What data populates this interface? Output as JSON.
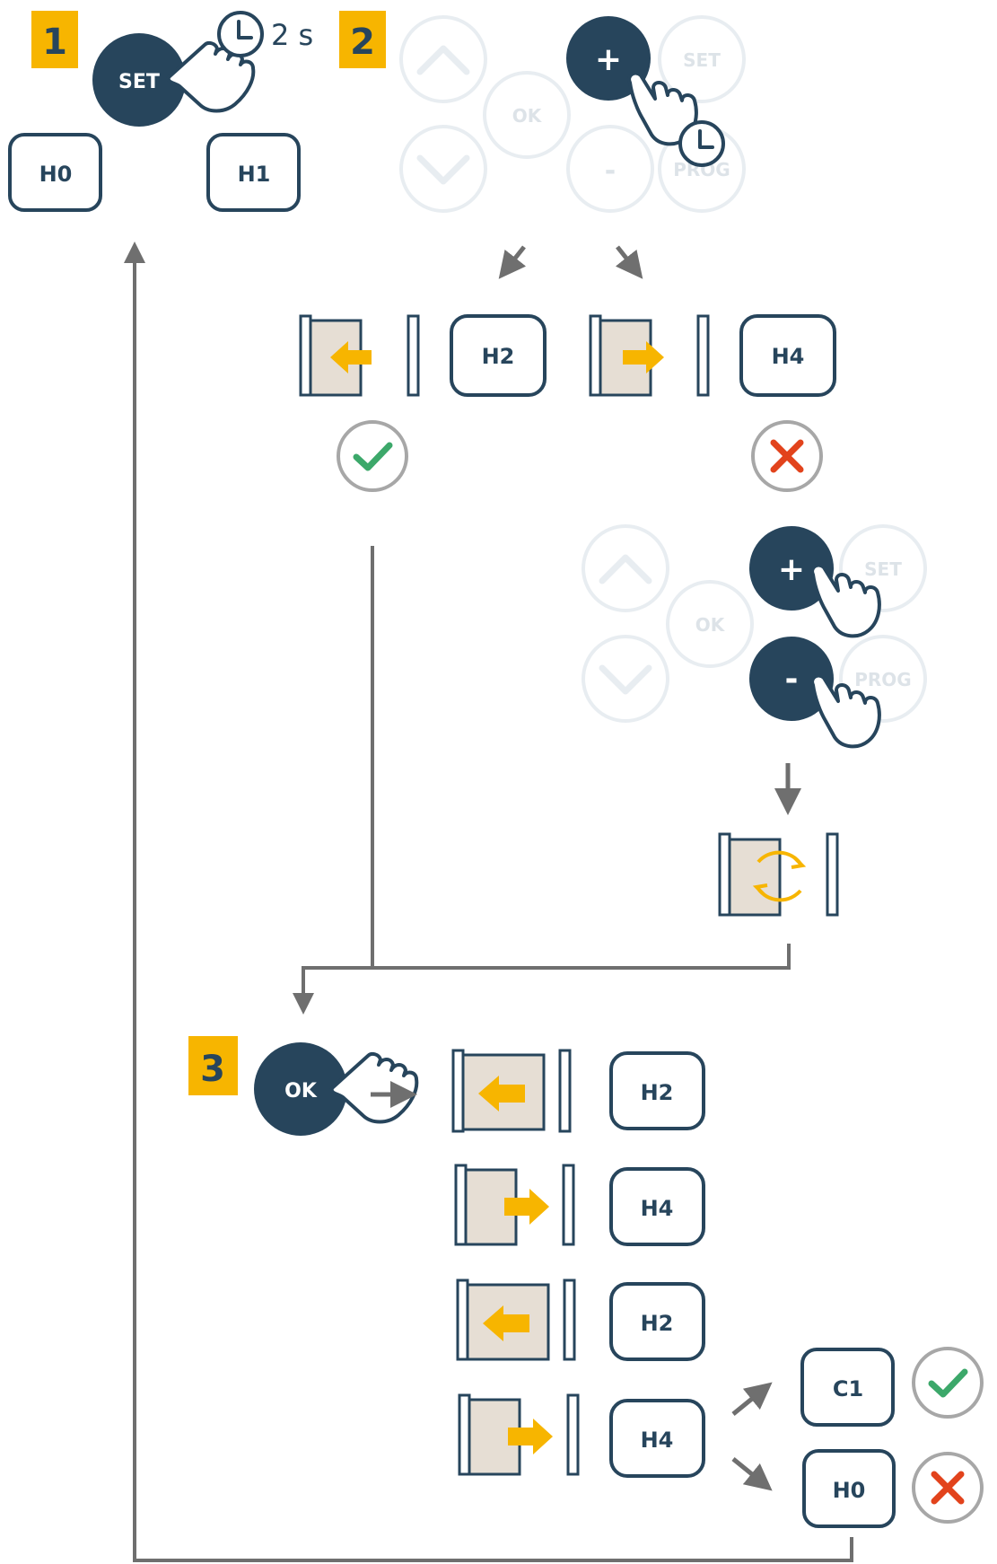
{
  "colors": {
    "navy": "#27455c",
    "yellow": "#f7b500",
    "ghost": "#e8edf1",
    "ghost_text": "#dde3e8",
    "arrow_gray": "#6f6f6f",
    "circle_gray": "#a7a7a7",
    "check_green": "#3ca86a",
    "cross_red": "#e2431c",
    "door_fill": "#e6ded4"
  },
  "step1": {
    "number": "1",
    "button_label": "SET",
    "hold_time": "2 s",
    "code_a": "H0",
    "code_b": "H1"
  },
  "step2": {
    "number": "2",
    "keypad": {
      "ok": "OK",
      "set": "SET",
      "prog": "PROG",
      "plus": "+",
      "minus": "-"
    },
    "result_left_code": "H2",
    "result_right_code": "H4"
  },
  "step3": {
    "number": "3",
    "button_label": "OK",
    "sequence_codes": [
      "H2",
      "H4",
      "H2",
      "H4"
    ],
    "success_code": "C1",
    "fail_code": "H0"
  },
  "icons": {
    "hand": "pointing-hand-icon",
    "clock": "clock-icon",
    "check": "check-icon",
    "cross": "cross-icon",
    "door_left": "door-open-left-icon",
    "door_right": "door-open-right-icon",
    "rotate": "rotate-icon"
  }
}
